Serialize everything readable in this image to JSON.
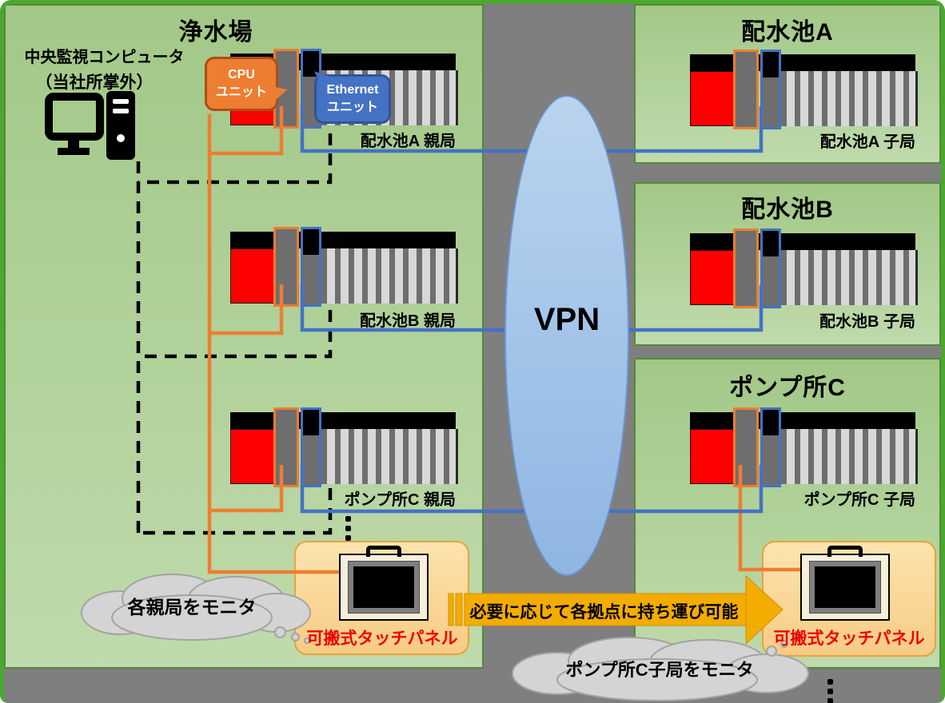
{
  "diagram": {
    "left_site": {
      "title": "浄水場",
      "computer_caption_line1": "中央監視コンピュータ",
      "computer_caption_line2": "（当社所掌外）",
      "stations": [
        "配水池A 親局",
        "配水池B 親局",
        "ポンプ所C 親局"
      ],
      "touch_panel_label": "可搬式タッチパネル",
      "monitor_cloud": "各親局をモニタ"
    },
    "callouts": {
      "cpu_line1": "CPU",
      "cpu_line2": "ユニット",
      "ethernet_line1": "Ethernet",
      "ethernet_line2": "ユニット"
    },
    "network": {
      "vpn_label": "VPN"
    },
    "remote_sites": [
      {
        "title": "配水池A",
        "station": "配水池A 子局"
      },
      {
        "title": "配水池B",
        "station": "配水池B 子局"
      },
      {
        "title": "ポンプ所C",
        "station": "ポンプ所C 子局",
        "touch_panel_label": "可搬式タッチパネル",
        "monitor_cloud": "ポンプ所C子局をモニタ"
      }
    ],
    "carry_arrow_label": "必要に応じて各拠点に持ち運び可能",
    "colors": {
      "accent_orange": "#ED7D31",
      "accent_blue": "#4472C4",
      "power_red": "#FE0000",
      "panel_green": "#A9CD8E",
      "panel_border_green": "#55893A",
      "outer_border_green": "#4BA82F",
      "arrow_gold": "#F3AC00",
      "touch_box_fill": "#FBDCA3",
      "vpn_fill": "#A9C7E9",
      "background_gray": "#7F7F7F",
      "cloud_gray": "#D2D2D2",
      "touch_label_red": "#F00000"
    }
  }
}
